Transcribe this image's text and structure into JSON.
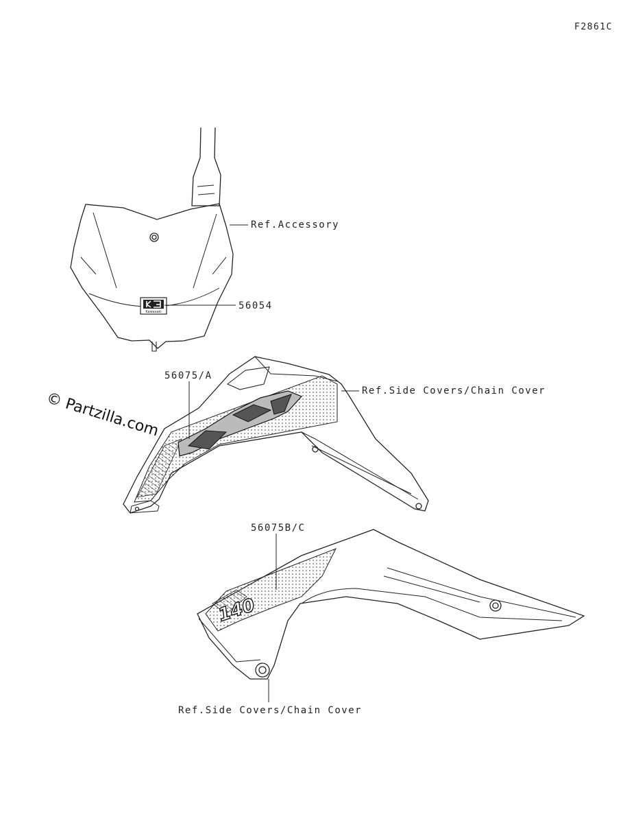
{
  "figure_code": "F2861C",
  "watermark": "© Partzilla.com",
  "callouts": {
    "ref_accessory": "Ref.Accessory",
    "part_56054": "56054",
    "part_56075A": "56075/A",
    "ref_side_covers_top": "Ref.Side Covers/Chain Cover",
    "part_56075BC": "56075B/C",
    "ref_side_covers_bottom": "Ref.Side Covers/Chain Cover"
  },
  "decal_text": {
    "front_logo": "Kawasaki",
    "lower_shroud": "140"
  }
}
